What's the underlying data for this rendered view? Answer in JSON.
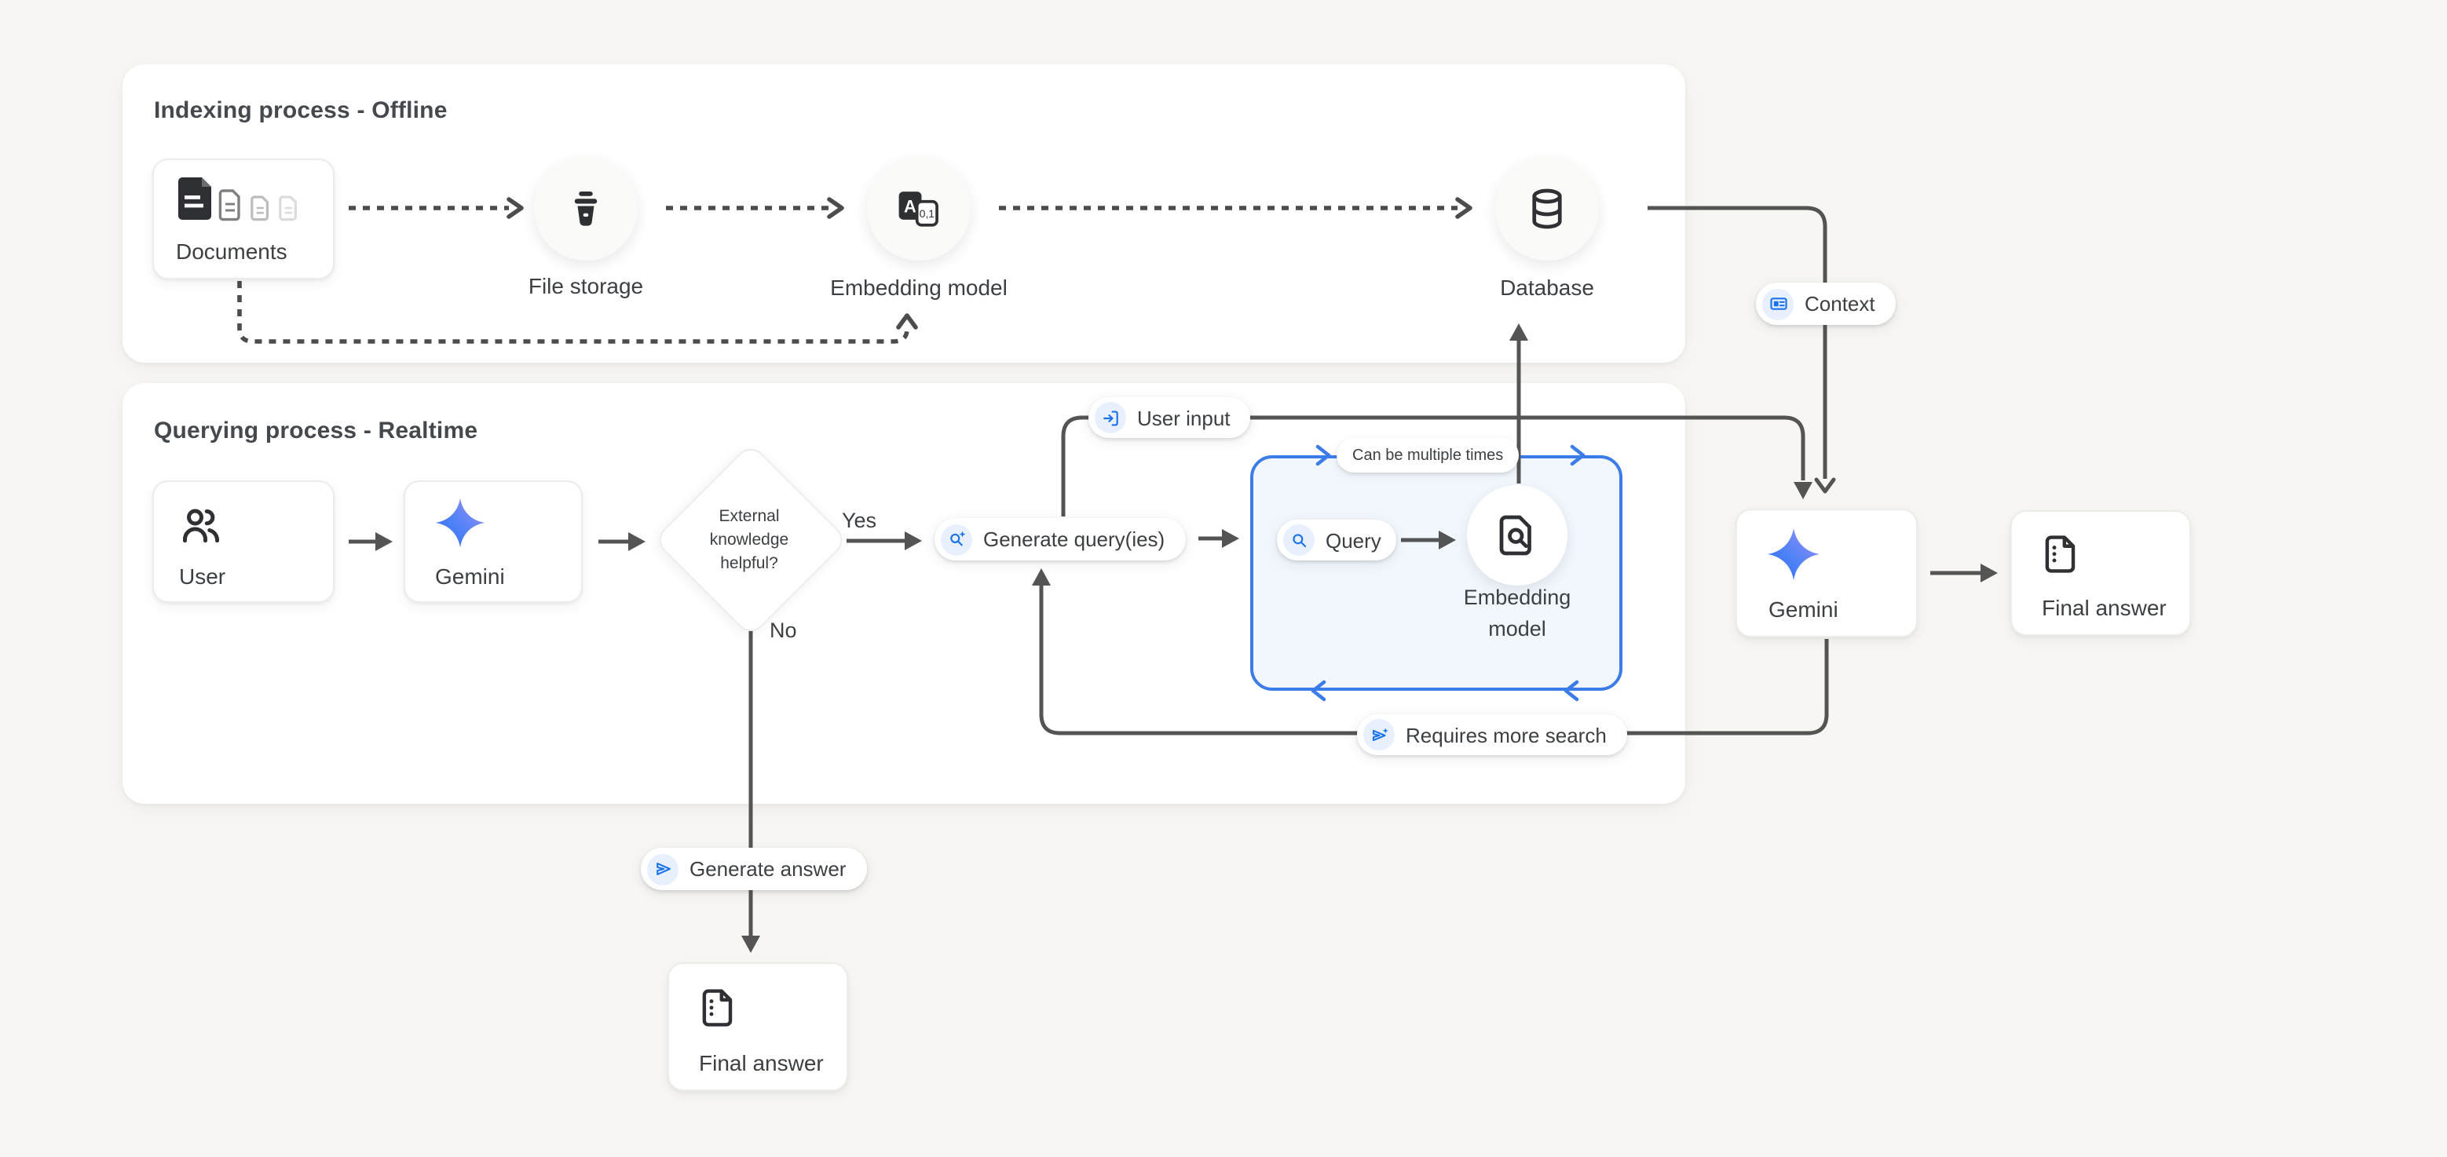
{
  "colors": {
    "accent_blue": "#1a73e8",
    "loop_blue": "#3b7ce8",
    "line_dark": "#545454",
    "chip_bg": "#e8f0fe",
    "page_bg": "#f7f6f3"
  },
  "sections": {
    "indexing": {
      "title": "Indexing process - Offline"
    },
    "querying": {
      "title": "Querying process - Realtime"
    }
  },
  "nodes": {
    "documents": {
      "label": "Documents"
    },
    "file_storage": {
      "label": "File storage"
    },
    "embedding_offline": {
      "label": "Embedding model"
    },
    "database": {
      "label": "Database"
    },
    "user": {
      "label": "User"
    },
    "gemini_router": {
      "label": "Gemini"
    },
    "decision": {
      "lines": [
        "External",
        "knowledge",
        "helpful?"
      ]
    },
    "embedding_realtime": {
      "label": "Embedding model"
    },
    "gemini_answer": {
      "label": "Gemini"
    },
    "final_answer_right": {
      "label": "Final answer"
    },
    "final_answer_bottom": {
      "label": "Final answer"
    }
  },
  "pills": {
    "generate_query": {
      "label": "Generate query(ies)"
    },
    "query": {
      "label": "Query"
    },
    "user_input": {
      "label": "User input"
    },
    "context": {
      "label": "Context"
    },
    "can_be_multiple_times": {
      "label": "Can be multiple times"
    },
    "requires_more_search": {
      "label": "Requires more search"
    },
    "generate_answer": {
      "label": "Generate answer"
    }
  },
  "edge_labels": {
    "yes": "Yes",
    "no": "No"
  },
  "icon_glyphs": {
    "embedding_a": "A",
    "embedding_numbers": "0,1"
  }
}
